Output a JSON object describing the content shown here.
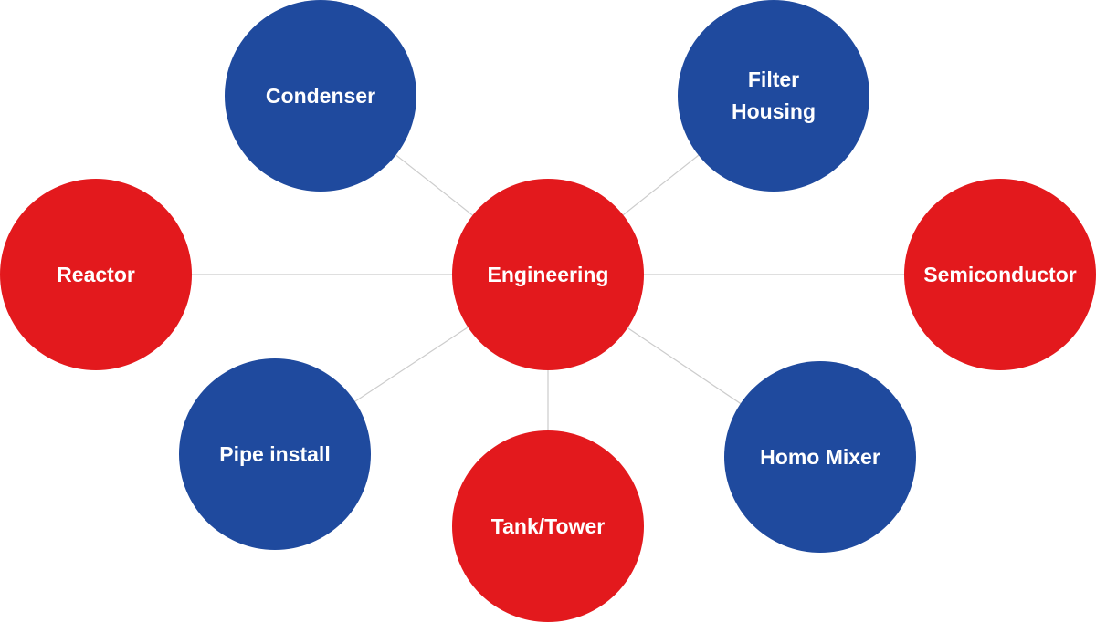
{
  "diagram": {
    "center": {
      "label": "Engineering",
      "color": "#e3191d"
    },
    "nodes": [
      {
        "id": "condenser",
        "label": "Condenser",
        "color": "#1f4a9e"
      },
      {
        "id": "filter",
        "label": "Filter\nHousing",
        "color": "#1f4a9e"
      },
      {
        "id": "reactor",
        "label": "Reactor",
        "color": "#e3191d"
      },
      {
        "id": "semi",
        "label": "Semiconductor",
        "color": "#e3191d"
      },
      {
        "id": "pipe",
        "label": "Pipe install",
        "color": "#1f4a9e"
      },
      {
        "id": "homo",
        "label": "Homo Mixer",
        "color": "#1f4a9e"
      },
      {
        "id": "tank",
        "label": "Tank/Tower",
        "color": "#e3191d"
      }
    ],
    "connector_color": "#cccccc"
  }
}
